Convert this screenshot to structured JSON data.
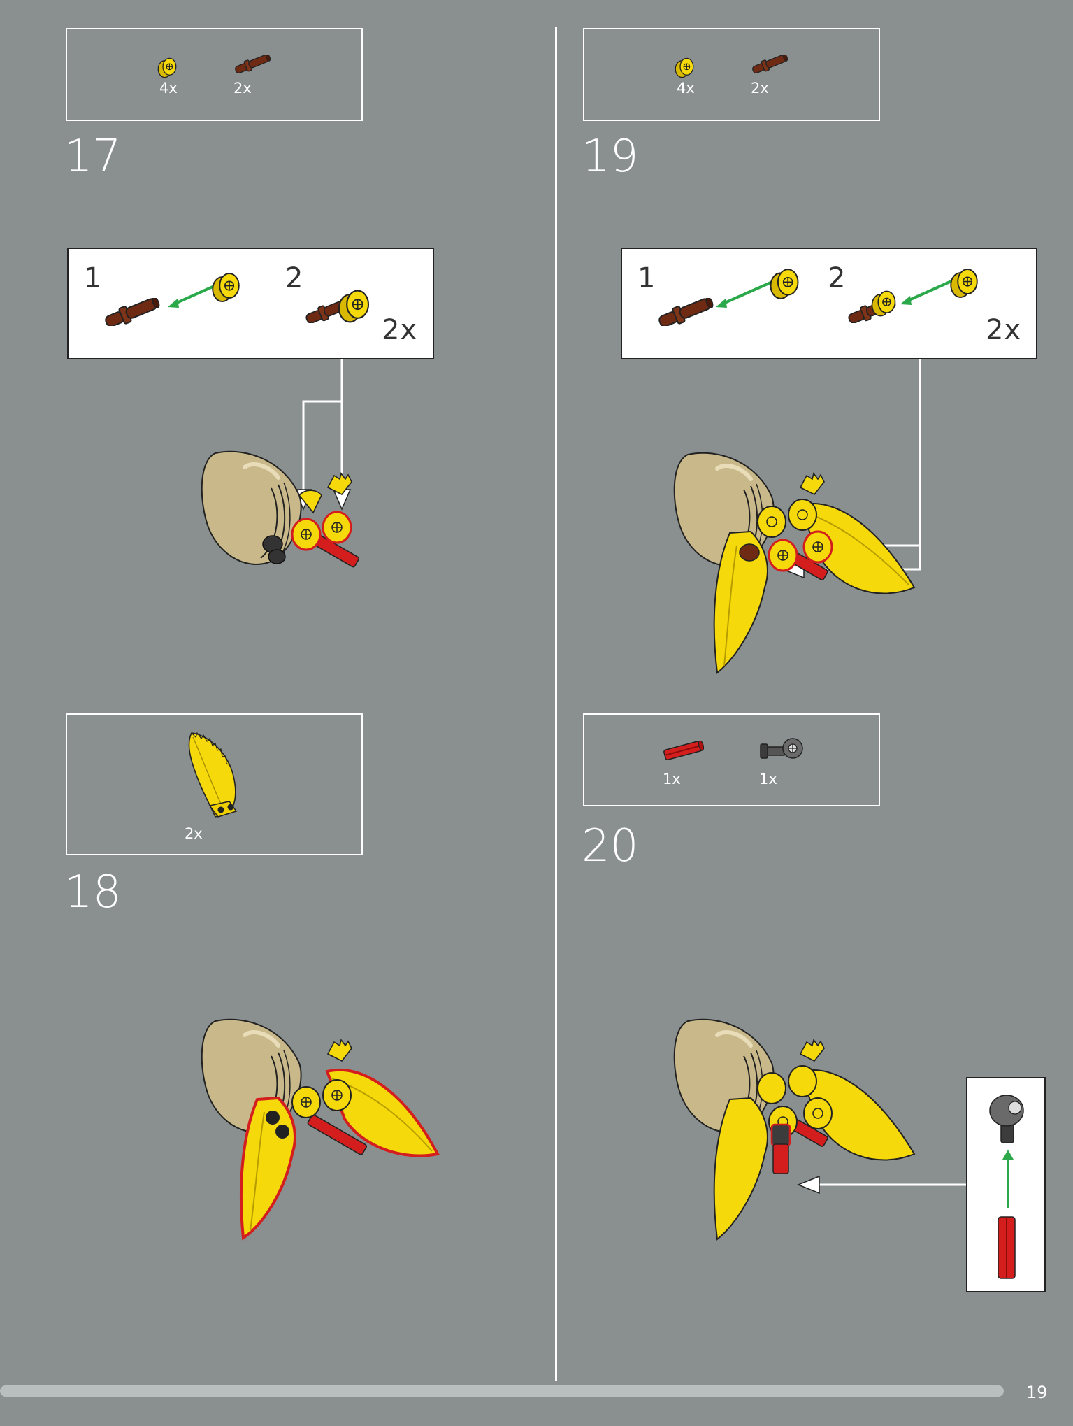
{
  "page": {
    "number": "19"
  },
  "colors": {
    "background": "#8a9090",
    "yellow": "#f5d90a",
    "brown": "#6e2a12",
    "red": "#d41e1e",
    "tan": "#c9b98a",
    "green_arrow": "#2aa84a",
    "dark_grey": "#3c3c3c"
  },
  "steps": [
    {
      "number": "17",
      "parts": [
        {
          "part": "yellow-bush",
          "qty": "4x"
        },
        {
          "part": "brown-pin",
          "qty": "2x"
        }
      ],
      "subassembly": {
        "substeps": [
          "1",
          "2"
        ],
        "multiplier": "2x"
      }
    },
    {
      "number": "18",
      "parts": [
        {
          "part": "yellow-leaf-plate",
          "qty": "2x"
        }
      ]
    },
    {
      "number": "19",
      "parts": [
        {
          "part": "yellow-bush",
          "qty": "4x"
        },
        {
          "part": "brown-pin",
          "qty": "2x"
        }
      ],
      "subassembly": {
        "substeps": [
          "1",
          "2"
        ],
        "multiplier": "2x"
      }
    },
    {
      "number": "20",
      "parts": [
        {
          "part": "red-axle",
          "qty": "1x"
        },
        {
          "part": "grey-connector",
          "qty": "1x"
        }
      ]
    }
  ]
}
